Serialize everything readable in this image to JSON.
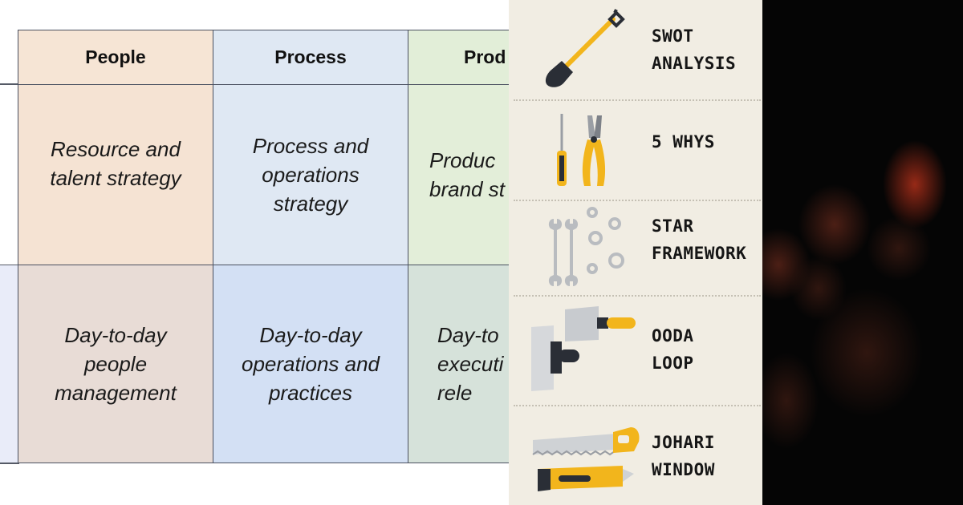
{
  "table": {
    "headers": [
      "People",
      "Process",
      "Prod"
    ],
    "rows": [
      [
        "Resource and\ntalent strategy",
        "Process and\noperations\nstrategy",
        "Produc\nbrand st"
      ],
      [
        "Day-to-day\npeople\nmanagement",
        "Day-to-day\noperations and\npractices",
        "Day-to\nexecuti\nrele"
      ]
    ],
    "colors": {
      "people_header": "#f6e5d5",
      "process_header": "#dfe8f3",
      "product_header": "#e2eed8",
      "people_strategy": "#f5e3d3",
      "process_strategy": "#dfe8f3",
      "product_strategy": "#e3eed9",
      "people_daily": "#e8dcd6",
      "process_daily": "#d3e0f4",
      "product_daily": "#d6e2da",
      "border": "#4a5060"
    }
  },
  "tools": {
    "items": [
      {
        "icon": "shovel-icon",
        "label_lines": [
          "SWOT",
          "ANALYSIS"
        ]
      },
      {
        "icon": "screwdriver-pliers-icon",
        "label_lines": [
          "5 WHYS"
        ]
      },
      {
        "icon": "wrenches-gears-icon",
        "label_lines": [
          "STAR",
          "FRAMEWORK"
        ]
      },
      {
        "icon": "scrapers-icon",
        "label_lines": [
          "OODA",
          "LOOP"
        ]
      },
      {
        "icon": "saw-cutter-icon",
        "label_lines": [
          "JOHARI",
          "WINDOW"
        ]
      }
    ],
    "colors": {
      "background": "#f1ede3",
      "tool_yellow": "#f2b51c",
      "tool_dark": "#2a2e36",
      "tool_grey": "#b9bcc0"
    }
  },
  "photo": {
    "description_icon": "dark-crowd-photo",
    "colors": {
      "background": "#050505",
      "glow": "#9a2a14"
    }
  }
}
